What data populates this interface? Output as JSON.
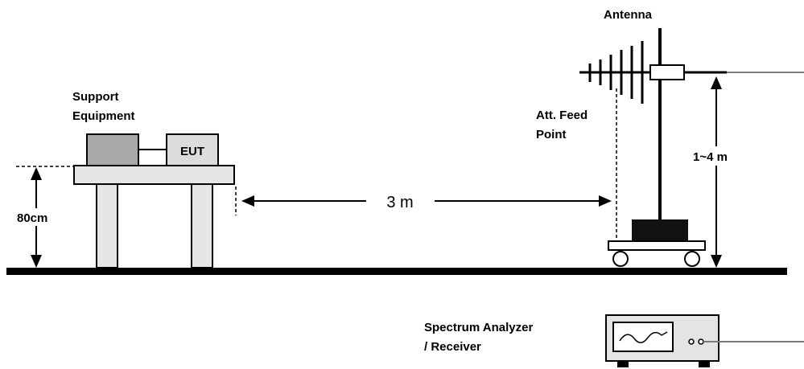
{
  "labels": {
    "support_equipment_line1": "Support",
    "support_equipment_line2": "Equipment",
    "eut": "EUT",
    "height_80cm": "80cm",
    "distance": "3 m",
    "att_feed_point_line1": "Att. Feed",
    "att_feed_point_line2": "Point",
    "antenna": "Antenna",
    "antenna_height": "1~4 m",
    "spectrum_analyzer_line1": "Spectrum Analyzer",
    "spectrum_analyzer_line2": "/ Receiver"
  },
  "colors": {
    "line": "#000000",
    "support_box": "#a8a8a8",
    "eut_box": "#dcdcdc",
    "table": "#e6e6e6",
    "base": "#111111",
    "cable": "#7a7a7a",
    "analyzer_body": "#e4e4e4"
  }
}
